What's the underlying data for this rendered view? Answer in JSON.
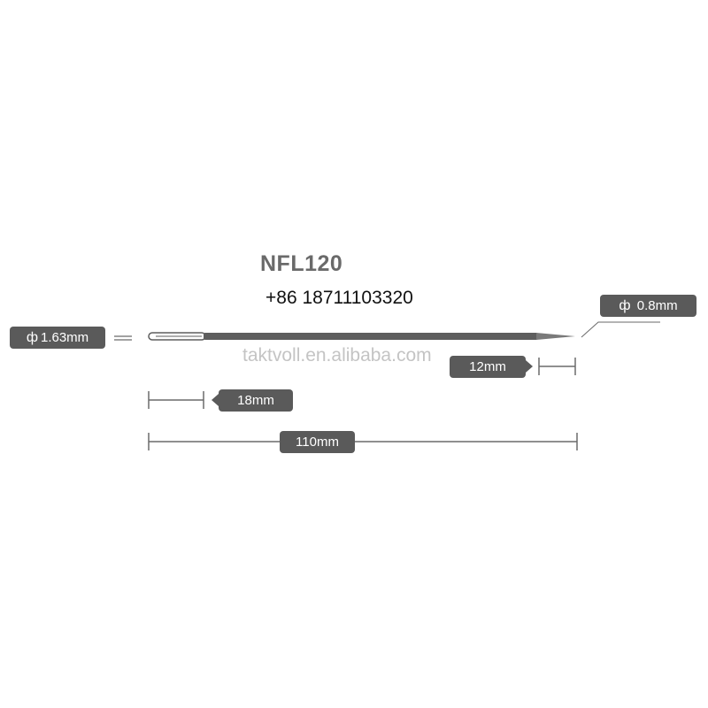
{
  "product": {
    "model": "NFL120",
    "phone": "+86 18711103320",
    "watermark": "taktvoll.en.alibaba.com"
  },
  "dimensions": {
    "shaft_diameter": "1.63mm",
    "tip_diameter": "0.8mm",
    "tip_length": "12mm",
    "eye_length": "18mm",
    "total_length": "110mm",
    "diameter_symbol": "ф"
  },
  "colors": {
    "needle": "#5e5e5e",
    "tag_background": "#5a5a5a",
    "tag_text": "#ffffff",
    "dimension_lines": "#6a6a6a",
    "watermark": "#c4c4c4"
  }
}
